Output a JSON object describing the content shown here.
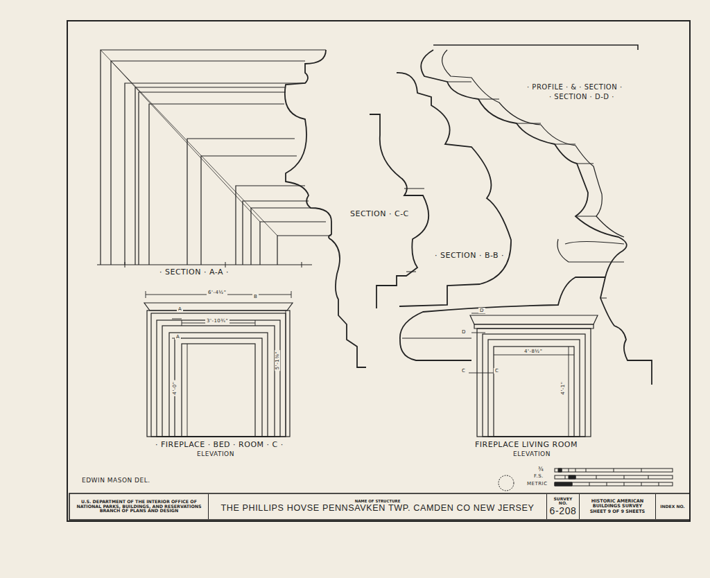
{
  "diagram": {
    "nodes": [
      {
        "text": [
          "U.S. DEPARTMENT OF THE INTERIOR OFFICE OF NATIONAL PARKS, BUILDINGS, AND RESERVATIONS BRANCH OF PLANS AND DESIGN"
        ]
      },
      {
        "text": [
          "NAME OF STRUCTURE",
          "THE PHILLIPS HOVSE PENNSAVKEN TWP. CAMDEN CO NEW JERSEY"
        ]
      },
      {
        "text": [
          "SURVEY NO.",
          "6-208"
        ]
      },
      {
        "text": [
          "HISTORIC AMERICAN BUILDINGS SURVEY",
          "SHEET 9 OF 9 SHEETS"
        ]
      },
      {
        "text": [
          "INDEX NO."
        ]
      }
    ],
    "edges": [],
    "labels": [
      "· SECTION · A-A ·",
      "· FIREPLACE · BED · ROOM · C ·",
      "ELEVATION",
      "SECTION · C-C",
      "· SECTION · B-B ·",
      "· PROFILE · & · SECTION ·",
      "· SECTION · D-D ·",
      "FIREPLACE LIVING ROOM",
      "ELEVATION",
      "EDWIN MASON DEL.",
      "6'-4½\"",
      "3'-10¾\"",
      "4'-0\"",
      "5'-1⅜\"",
      "A",
      "A",
      "B",
      "4'-8½\"",
      "4'-1\"",
      "D",
      "D",
      "C",
      "C",
      "¾",
      "F.S.",
      "METRIC"
    ]
  }
}
